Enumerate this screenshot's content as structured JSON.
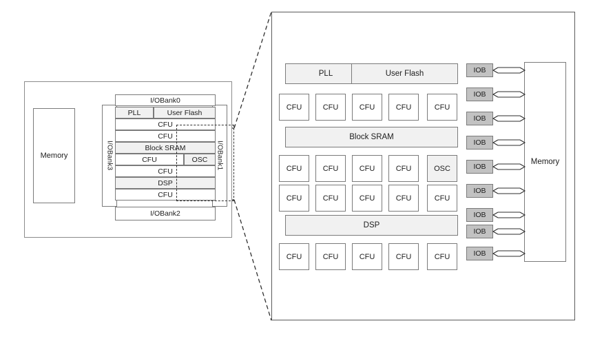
{
  "figure": {
    "type": "block-diagram",
    "description": "FPGA device architecture overview with magnified detail view",
    "colors": {
      "block_fill_light": "#f1f1f1",
      "block_fill_white": "#ffffff",
      "iob_fill": "#c2c2c2",
      "stroke": "#7a7a7a",
      "panel_stroke": "#5a5a5a",
      "dashed_stroke": "#303030",
      "text": "#1d1d1d"
    }
  },
  "overview": {
    "memory_label": "Memory",
    "bank_top": "I/OBank0",
    "bank_bottom": "I/OBank2",
    "bank_left": "I/OBank3",
    "bank_right": "I/OBank1",
    "rows": [
      {
        "cells": [
          {
            "label": "PLL",
            "fill": "light"
          },
          {
            "label": "User Flash",
            "fill": "light"
          }
        ]
      },
      {
        "cells": [
          {
            "label": "CFU",
            "fill": "white"
          }
        ]
      },
      {
        "cells": [
          {
            "label": "CFU",
            "fill": "white"
          }
        ]
      },
      {
        "cells": [
          {
            "label": "Block SRAM",
            "fill": "light"
          }
        ]
      },
      {
        "cells": [
          {
            "label": "CFU",
            "fill": "white"
          },
          {
            "label": "OSC",
            "fill": "light"
          }
        ]
      },
      {
        "cells": [
          {
            "label": "CFU",
            "fill": "white"
          }
        ]
      },
      {
        "cells": [
          {
            "label": "DSP",
            "fill": "light"
          }
        ]
      },
      {
        "cells": [
          {
            "label": "CFU",
            "fill": "white"
          }
        ]
      }
    ]
  },
  "detail": {
    "memory_label": "Memory",
    "rows": [
      {
        "kind": "wide",
        "cells": [
          {
            "label": "PLL",
            "fill": "light",
            "span": 2
          },
          {
            "label": "User Flash",
            "fill": "light",
            "span": 3
          }
        ]
      },
      {
        "kind": "cells",
        "cells": [
          {
            "label": "CFU",
            "fill": "white"
          },
          {
            "label": "CFU",
            "fill": "white"
          },
          {
            "label": "CFU",
            "fill": "white"
          },
          {
            "label": "CFU",
            "fill": "white"
          },
          {
            "label": "CFU",
            "fill": "white"
          }
        ]
      },
      {
        "kind": "wide",
        "cells": [
          {
            "label": "Block SRAM",
            "fill": "light",
            "span": 5
          }
        ]
      },
      {
        "kind": "cells",
        "cells": [
          {
            "label": "CFU",
            "fill": "white"
          },
          {
            "label": "CFU",
            "fill": "white"
          },
          {
            "label": "CFU",
            "fill": "white"
          },
          {
            "label": "CFU",
            "fill": "white"
          },
          {
            "label": "OSC",
            "fill": "light"
          }
        ]
      },
      {
        "kind": "cells",
        "cells": [
          {
            "label": "CFU",
            "fill": "white"
          },
          {
            "label": "CFU",
            "fill": "white"
          },
          {
            "label": "CFU",
            "fill": "white"
          },
          {
            "label": "CFU",
            "fill": "white"
          },
          {
            "label": "CFU",
            "fill": "white"
          }
        ]
      },
      {
        "kind": "wide",
        "cells": [
          {
            "label": "DSP",
            "fill": "light",
            "span": 5
          }
        ]
      },
      {
        "kind": "cells",
        "cells": [
          {
            "label": "CFU",
            "fill": "white"
          },
          {
            "label": "CFU",
            "fill": "white"
          },
          {
            "label": "CFU",
            "fill": "white"
          },
          {
            "label": "CFU",
            "fill": "white"
          },
          {
            "label": "CFU",
            "fill": "white"
          }
        ]
      }
    ],
    "iob_label": "IOB",
    "iob_count": 9
  }
}
